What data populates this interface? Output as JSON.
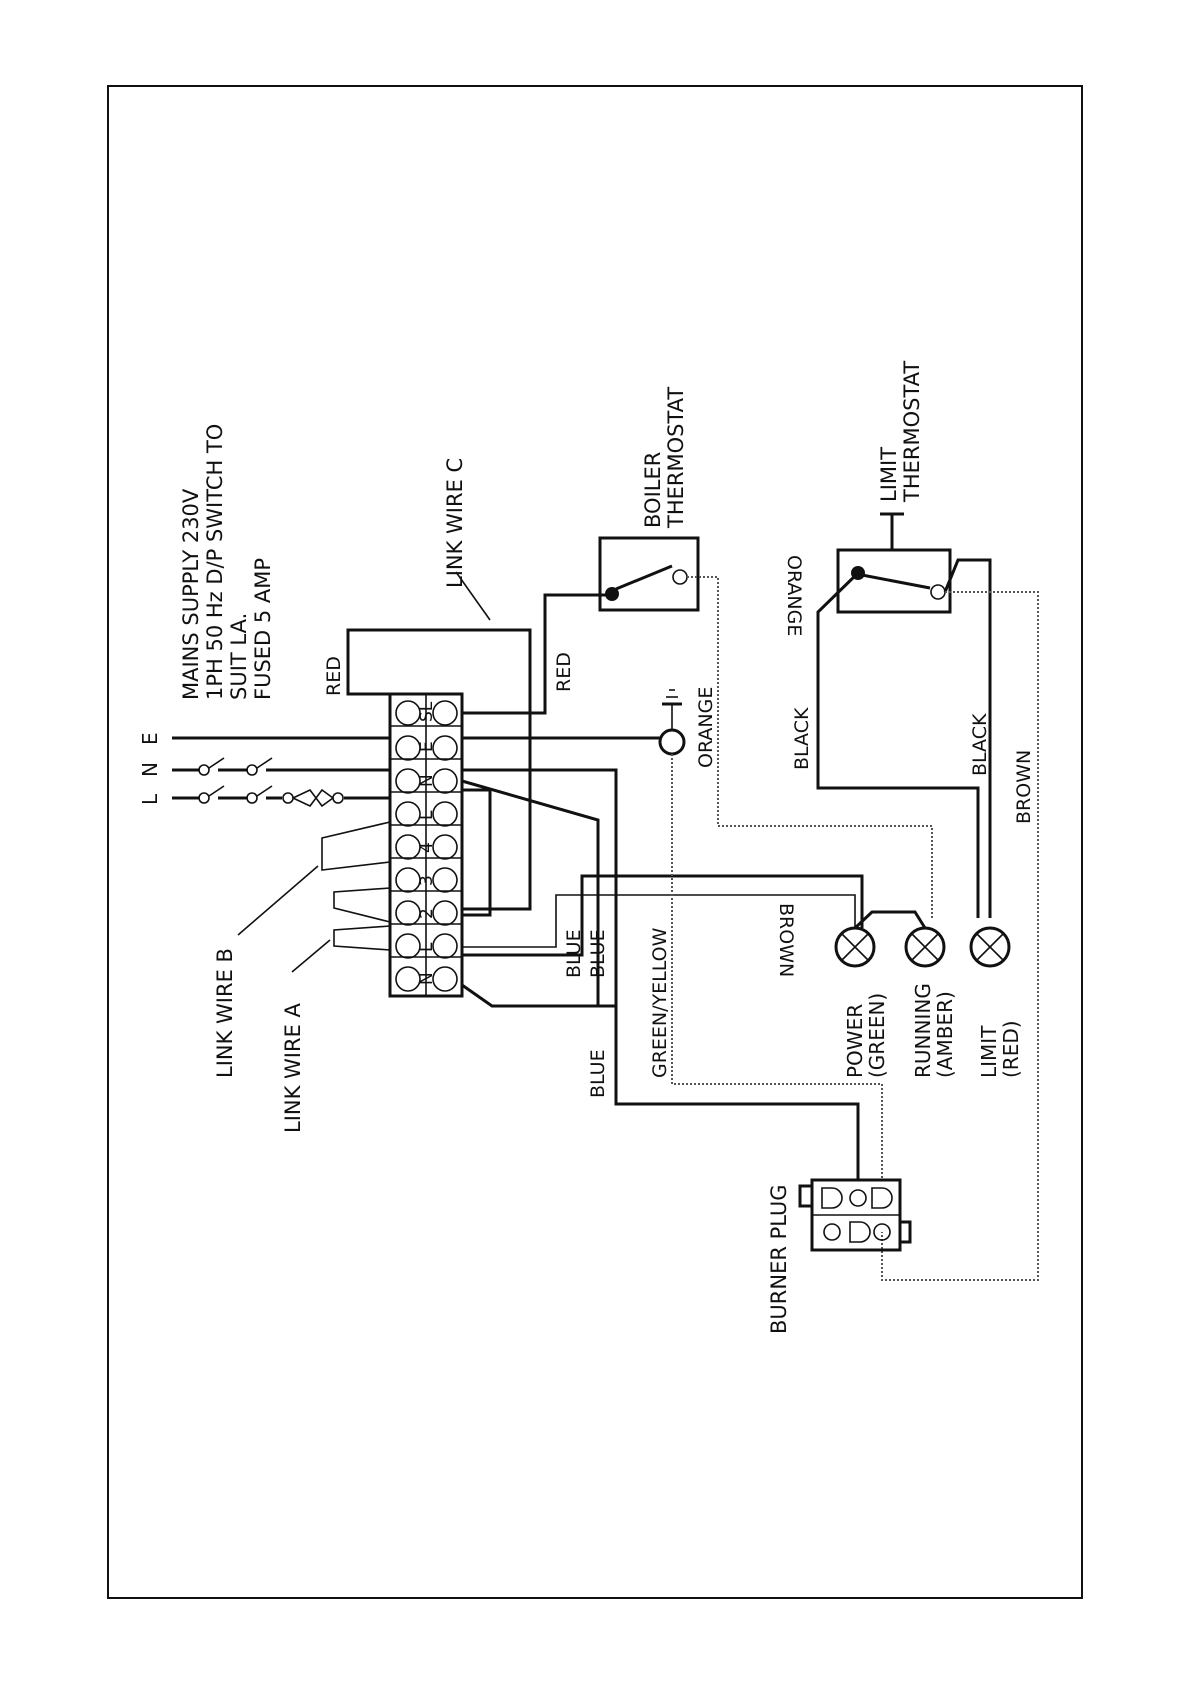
{
  "labels": {
    "mains": [
      "MAINS SUPPLY 230V",
      "1PH 50 Hz D/P SWITCH TO",
      "SUIT LA.",
      "FUSED 5 AMP"
    ],
    "line_l": "L",
    "line_n": "N",
    "line_e": "E",
    "link_wire_a": "LINK WIRE A",
    "link_wire_b": "LINK WIRE B",
    "link_wire_c": "LINK WIRE C",
    "boiler_thermostat": [
      "BOILER",
      "THERMOSTAT"
    ],
    "limit_thermostat": [
      "LIMIT",
      "THERMOSTAT"
    ],
    "burner_plug": "BURNER PLUG",
    "wire_red_1": "RED",
    "wire_red_2": "RED",
    "wire_orange_top": "ORANGE",
    "wire_orange_earth": "ORANGE",
    "wire_black_1": "BLACK",
    "wire_black_2": "BLACK",
    "wire_brown_1": "BROWN",
    "wire_brown_2": "BROWN",
    "wire_blue_1": "BLUE",
    "wire_blue_2": "BLUE",
    "wire_blue_3": "BLUE",
    "wire_green_yellow": "GREEN/YELLOW",
    "lamp_power": [
      "POWER",
      "(GREEN)"
    ],
    "lamp_running": [
      "RUNNING",
      "(AMBER)"
    ],
    "lamp_limit": [
      "LIMIT",
      "(RED)"
    ]
  },
  "terminals_left": [
    "N",
    "L",
    "2",
    "3",
    "4",
    "L",
    "N",
    "E",
    "SL"
  ],
  "terminals_right": [
    "N",
    "L",
    "",
    "",
    "",
    "",
    "",
    "",
    ""
  ]
}
